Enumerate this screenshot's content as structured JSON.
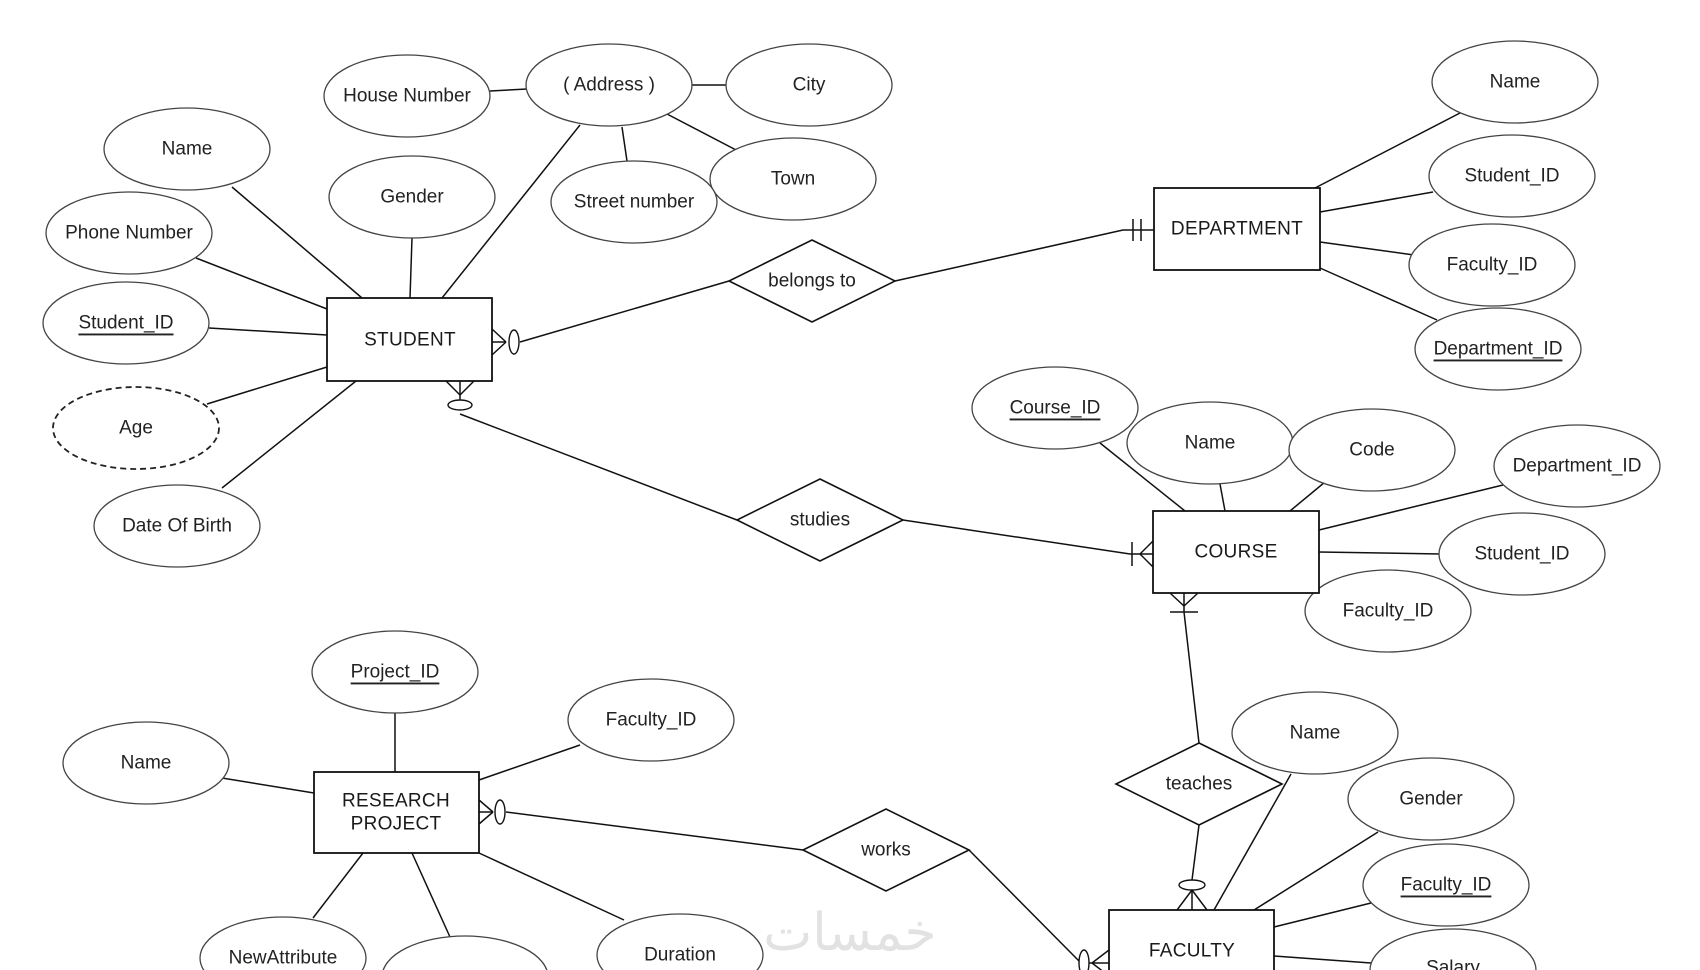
{
  "diagram": {
    "type": "ER diagram",
    "watermark": "خمسات",
    "entities": [
      {
        "id": "student",
        "label": "STUDENT"
      },
      {
        "id": "department",
        "label": "DEPARTMENT"
      },
      {
        "id": "course",
        "label": "COURSE"
      },
      {
        "id": "research",
        "label_lines": [
          "RESEARCH",
          "PROJECT"
        ]
      },
      {
        "id": "faculty",
        "label": "FACULTY"
      }
    ],
    "relationships": [
      {
        "id": "belongs",
        "label": "belongs to",
        "from": "STUDENT",
        "to": "DEPARTMENT",
        "from_cardinality": "zero-or-many",
        "to_cardinality": "one-and-only-one"
      },
      {
        "id": "studies",
        "label": "studies",
        "from": "STUDENT",
        "to": "COURSE",
        "from_cardinality": "zero-or-many",
        "to_cardinality": "one-or-many"
      },
      {
        "id": "teaches",
        "label": "teaches",
        "from": "COURSE",
        "to": "FACULTY",
        "from_cardinality": "one-or-many",
        "to_cardinality": "zero-or-many"
      },
      {
        "id": "works",
        "label": "works",
        "from": "RESEARCH PROJECT",
        "to": "FACULTY",
        "from_cardinality": "zero-or-many",
        "to_cardinality": "zero-or-many"
      }
    ],
    "attributes": {
      "student": [
        {
          "label": "Name",
          "key": false
        },
        {
          "label": "Gender",
          "key": false
        },
        {
          "label": "Phone Number",
          "key": false
        },
        {
          "label": "Student_ID",
          "key": true
        },
        {
          "label": "Age",
          "key": false,
          "derived": true
        },
        {
          "label": "Date Of Birth",
          "key": false
        },
        {
          "label": "( Address )",
          "key": false,
          "composite": true
        }
      ],
      "address": [
        {
          "label": "House Number"
        },
        {
          "label": "City"
        },
        {
          "label": "Town"
        },
        {
          "label": "Street number"
        }
      ],
      "department": [
        {
          "label": "Name",
          "key": false
        },
        {
          "label": "Student_ID",
          "key": false
        },
        {
          "label": "Faculty_ID",
          "key": false
        },
        {
          "label": "Department_ID",
          "key": true
        }
      ],
      "course": [
        {
          "label": "Course_ID",
          "key": true
        },
        {
          "label": "Name",
          "key": false
        },
        {
          "label": "Code",
          "key": false
        },
        {
          "label": "Department_ID",
          "key": false
        },
        {
          "label": "Student_ID",
          "key": false
        },
        {
          "label": "Faculty_ID",
          "key": false
        }
      ],
      "research": [
        {
          "label": "Project_ID",
          "key": true
        },
        {
          "label": "Faculty_ID",
          "key": false
        },
        {
          "label": "Name",
          "key": false
        },
        {
          "label": "NewAttribute",
          "key": false
        },
        {
          "label": "",
          "key": false
        },
        {
          "label": "Duration",
          "key": false
        }
      ],
      "faculty": [
        {
          "label": "Name",
          "key": false
        },
        {
          "label": "Gender",
          "key": false
        },
        {
          "label": "Faculty_ID",
          "key": true
        },
        {
          "label": "Salary",
          "key": false
        }
      ]
    }
  }
}
